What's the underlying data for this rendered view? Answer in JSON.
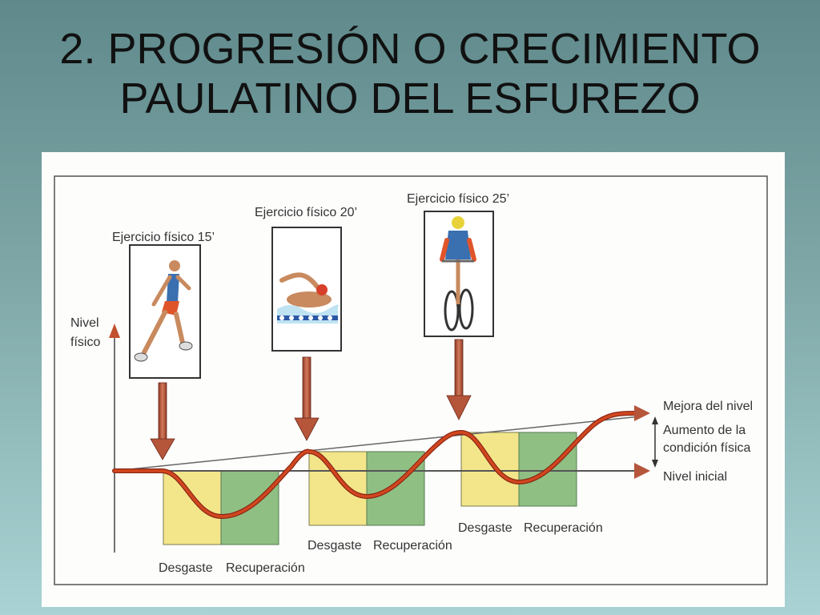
{
  "slide": {
    "title_line1": "2. PROGRESIÓN O CRECIMIENTO",
    "title_line2": "PAULATINO DEL ESFUREZO"
  },
  "diagram": {
    "y_axis_label_line1": "Nivel",
    "y_axis_label_line2": "físico",
    "exercises": [
      {
        "label": "Ejercicio físico 15’",
        "icon": "runner-icon"
      },
      {
        "label": "Ejercicio físico 20’",
        "icon": "swimmer-icon"
      },
      {
        "label": "Ejercicio físico 25’",
        "icon": "cyclist-icon"
      }
    ],
    "phases": [
      {
        "wear": "Desgaste",
        "recovery": "Recuperación"
      },
      {
        "wear": "Desgaste",
        "recovery": "Recuperación"
      },
      {
        "wear": "Desgaste",
        "recovery": "Recuperación"
      }
    ],
    "right_labels": {
      "improvement": "Mejora del nivel",
      "increase_line1": "Aumento de la",
      "increase_line2": "condición física",
      "initial": "Nivel inicial"
    },
    "colors": {
      "wear_box": "#f3e68a",
      "recovery_box": "#8fbf83",
      "curve": "#c8401c",
      "arrow": "#b5553a"
    }
  }
}
